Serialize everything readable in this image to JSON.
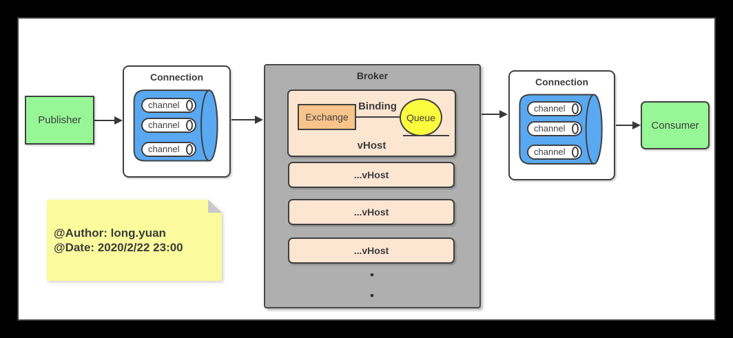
{
  "colors": {
    "bg": "#000000",
    "canvas": "#ffffff",
    "stroke": "#3f3f3f",
    "text": "#3d3d3d",
    "green": "#97f797",
    "blue": "#59a8f2",
    "broker-gray": "#afafaf",
    "vhost-peach": "#fce5d1",
    "exchange-orange": "#f9c48b",
    "queue-yellow": "#fcfc3e",
    "note-yellow": "#fbfb9d",
    "note-fold": "#c9c9c9"
  },
  "publisher": {
    "label": "Publisher"
  },
  "consumer": {
    "label": "Consumer"
  },
  "connection_left": {
    "title": "Connection",
    "channels": [
      "channel",
      "channel",
      "channel"
    ]
  },
  "connection_right": {
    "title": "Connection",
    "channels": [
      "channel",
      "channel",
      "channel"
    ]
  },
  "broker": {
    "title": "Broker",
    "vhost": {
      "exchange": "Exchange",
      "binding": "Binding",
      "queue": "Queue",
      "label": "vHost"
    },
    "more_vhosts": [
      "...vHost",
      "...vHost",
      "...vHost"
    ],
    "dots": [
      "•",
      "•"
    ]
  },
  "note": {
    "author_line": "@Author: long.yuan",
    "date_line": "@Date: 2020/2/22 23:00"
  }
}
